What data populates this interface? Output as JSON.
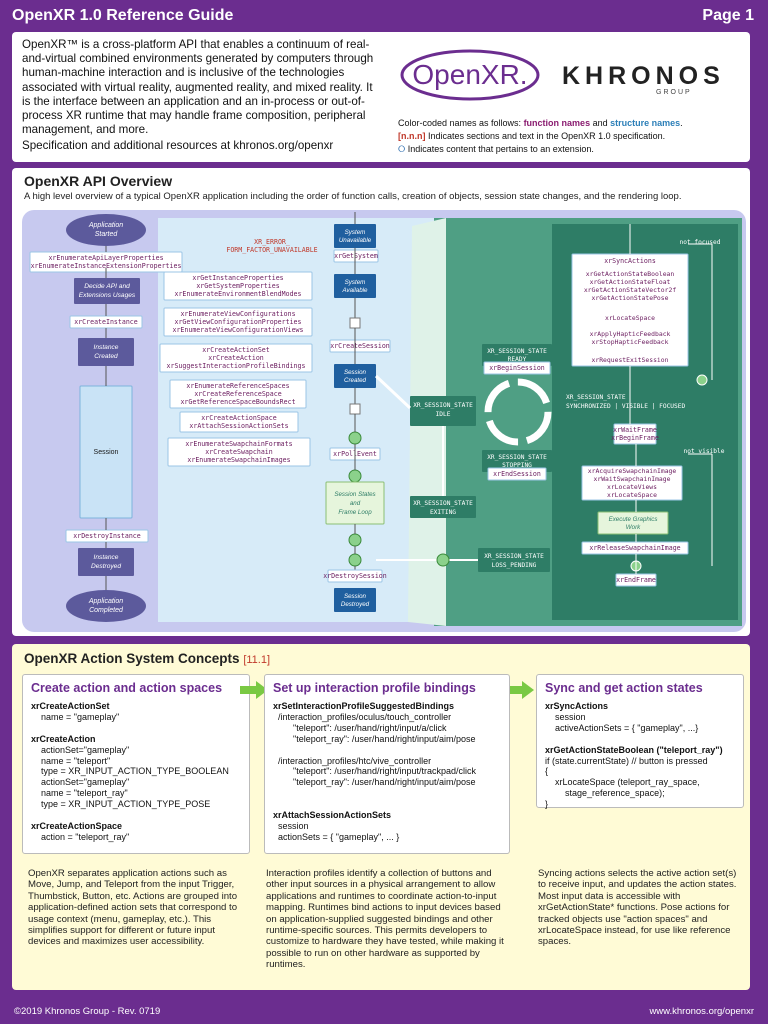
{
  "header": {
    "title": "OpenXR 1.0 Reference Guide",
    "page": "Page 1"
  },
  "intro": {
    "text": "OpenXR™ is a cross-platform API that enables a continuum of real-and-virtual combined environments generated by computers through human-machine interaction and is inclusive of the technologies associated with virtual reality, augmented reality, and mixed reality. It is the interface between an application and an in-process or out-of-process XR runtime that may handle frame composition, peripheral management, and more.",
    "spec": "Specification and additional resources at khronos.org/openxr",
    "logo_openxr": "OpenXR.",
    "logo_khronos": "KHRONOS",
    "logo_group": "GROUP",
    "legend_prefix": "Color-coded names as follows: ",
    "legend_fn": "function names",
    "legend_and": " and ",
    "legend_st": "structure names",
    "legend_end": ".",
    "legend_nnn": "[n.n.n]",
    "legend_nnn_text": " Indicates sections and text in the OpenXR 1.0 specification.",
    "legend_ext_text": " Indicates content that pertains to an extension."
  },
  "overview": {
    "title": "OpenXR API Overview",
    "subtitle": "A high level overview of a typical OpenXR application including the order of function calls, creation of objects, session state changes, and the rendering loop.",
    "app_started": [
      "Application",
      "Started"
    ],
    "enum_layers": [
      "xrEnumerateApiLayerProperties",
      "xrEnumerateInstanceExtensionProperties"
    ],
    "decide": [
      "Decide API and",
      "Extensions Usages"
    ],
    "create_instance": "xrCreateInstance",
    "instance_created": [
      "Instance",
      "Created"
    ],
    "session": "Session",
    "destroy_instance": "xrDestroyInstance",
    "instance_destroyed": [
      "Instance",
      "Destroyed"
    ],
    "app_completed": [
      "Application",
      "Completed"
    ],
    "calls1": [
      "xrGetInstanceProperties",
      "xrGetSystemProperties",
      "xrEnumerateEnvironmentBlendModes"
    ],
    "calls2": [
      "xrEnumerateViewConfigurations",
      "xrGetViewConfigurationProperties",
      "xrEnumerateViewConfigurationViews"
    ],
    "calls3": [
      "xrCreateActionSet",
      "xrCreateAction",
      "xrSuggestInteractionProfileBindings"
    ],
    "calls4": [
      "xrEnumerateReferenceSpaces",
      "xrCreateReferenceSpace",
      "xrGetReferenceSpaceBoundsRect"
    ],
    "calls5": [
      "xrCreateActionSpace",
      "xrAttachSessionActionSets"
    ],
    "calls6": [
      "xrEnumerateSwapchainFormats",
      "xrCreateSwapchain",
      "xrEnumerateSwapchainImages"
    ],
    "error": [
      "XR_ERROR_",
      "FORM_FACTOR_UNAVAILABLE"
    ],
    "sys_unavail": [
      "System",
      "Unavailable"
    ],
    "get_system": "xrGetSystem",
    "sys_avail": [
      "System",
      "Available"
    ],
    "create_session": "xrCreateSession",
    "session_created": [
      "Session",
      "Created"
    ],
    "poll_event": "xrPollEvent",
    "states_loop": [
      "Session States",
      "and",
      "Frame Loop"
    ],
    "destroy_session": "xrDestroySession",
    "session_destroyed": [
      "Session",
      "Destroyed"
    ],
    "st_idle": [
      "XR_SESSION_STATE",
      "IDLE"
    ],
    "st_ready": [
      "XR_SESSION_STATE",
      "READY"
    ],
    "begin_session": "xrBeginSession",
    "st_stopping": [
      "XR_SESSION_STATE",
      "STOPPING"
    ],
    "end_session": "xrEndSession",
    "st_exiting": [
      "XR_SESSION_STATE",
      "EXITING"
    ],
    "st_loss": [
      "XR_SESSION_STATE",
      "LOSS_PENDING"
    ],
    "not_focused": "not focused",
    "sync_block": [
      "xrSyncActions",
      "xrGetActionStateBoolean",
      "xrGetActionStateFloat",
      "xrGetActionStateVector2f",
      "xrGetActionStatePose",
      "xrLocateSpace",
      "xrApplyHapticFeedback",
      "xrStopHapticFeedback",
      "xrRequestExitSession"
    ],
    "sync_state": [
      "XR_SESSION_STATE",
      "SYNCHRONIZED  |  VISIBLE  |  FOCUSED"
    ],
    "wait_begin": [
      "xrWaitFrame",
      "xrBeginFrame"
    ],
    "not_visible": "not visible",
    "acquire_block": [
      "xrAcquireSwapchainImage",
      "xrWaitSwapchainImage",
      "xrLocateViews",
      "xrLocateSpace"
    ],
    "exec_gfx": [
      "Execute Graphics",
      "Work"
    ],
    "release": "xrReleaseSwapchainImage",
    "end_frame": "xrEndFrame"
  },
  "action_system": {
    "title": "OpenXR Action System Concepts",
    "ref": "[11.1]",
    "card1": {
      "title": "Create action and action spaces",
      "lines": [
        "xrCreateActionSet",
        "    name = \"gameplay\"",
        "",
        "xrCreateAction",
        "    actionSet=\"gameplay\"",
        "    name = \"teleport\"",
        "    type = XR_INPUT_ACTION_TYPE_BOOLEAN",
        "    actionSet=\"gameplay\"",
        "    name = \"teleport_ray\"",
        "    type = XR_INPUT_ACTION_TYPE_POSE",
        "",
        "xrCreateActionSpace",
        "    action = \"teleport_ray\""
      ]
    },
    "card2": {
      "title": "Set up interaction profile bindings",
      "lines": [
        "xrSetInteractionProfileSuggestedBindings",
        "  /interaction_profiles/oculus/touch_controller",
        "        \"teleport\": /user/hand/right/input/a/click",
        "        \"teleport_ray\": /user/hand/right/input/aim/pose",
        "",
        "  /interaction_profiles/htc/vive_controller",
        "        \"teleport\": /user/hand/right/input/trackpad/click",
        "        \"teleport_ray\": /user/hand/right/input/aim/pose",
        "",
        "",
        "xrAttachSessionActionSets",
        "  session",
        "  actionSets = { \"gameplay\", ... }"
      ]
    },
    "card3": {
      "title": "Sync and get action states",
      "lines": [
        "xrSyncActions",
        "    session",
        "    activeActionSets = { \"gameplay\", ...}",
        "",
        "xrGetActionStateBoolean (\"teleport_ray\")",
        "if (state.currentState) // button is pressed",
        "{",
        "    xrLocateSpace (teleport_ray_space,",
        "        stage_reference_space);",
        "}"
      ]
    },
    "desc1": "OpenXR separates application actions such as Move, Jump, and Teleport from the input Trigger, Thumbstick, Button, etc. Actions are grouped into application-defined action sets that correspond to usage context (menu, gameplay, etc.). This simplifies support for different or future input devices and maximizes user accessibility.",
    "desc2": "Interaction profiles identify a collection of buttons and other input sources in a physical arrangement to allow applications and runtimes to coordinate action-to-input mapping. Runtimes bind actions to input devices based on application-supplied suggested bindings and other runtime-specific sources. This permits developers to customize to hardware they have tested, while making it possible to run on other hardware as supported by runtimes.",
    "desc3": "Syncing actions selects the active action set(s) to receive input, and updates the action states. Most input data is accessible with xrGetActionState* functions. Pose actions for tracked objects use \"action spaces\" and xrLocateSpace instead, for use like reference spaces."
  },
  "footer": {
    "left": "©2019 Khronos Group - Rev. 0719",
    "right": "www.khronos.org/openxr"
  },
  "colors": {
    "purple": "#6b2d8f",
    "teal": "#2e7d66",
    "lightblue": "#cfe6f6",
    "green": "#7ac943",
    "blue": "#1f5f9f"
  }
}
